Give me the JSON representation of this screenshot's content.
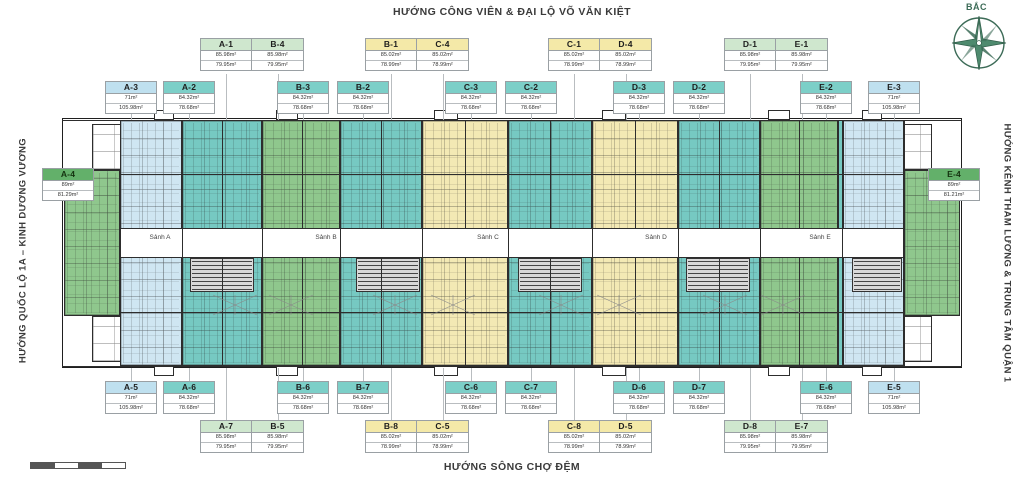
{
  "directions": {
    "top": "HƯỚNG CÔNG VIÊN & ĐẠI LỘ VÕ VĂN KIỆT",
    "bottom": "HƯỚNG SÔNG CHỢ ĐỆM",
    "left": "HƯỚNG QUỐC LỘ 1A – KINH DƯƠNG VƯƠNG",
    "right": "HƯỚNG KÊNH THAM LƯƠNG & TRUNG TÂM QUẬN 1"
  },
  "compass": {
    "label": "BẮC"
  },
  "lobbies": [
    {
      "id": "lobby-a",
      "label": "Sảnh A"
    },
    {
      "id": "lobby-b",
      "label": "Sảnh B"
    },
    {
      "id": "lobby-c",
      "label": "Sảnh C"
    },
    {
      "id": "lobby-d",
      "label": "Sảnh D"
    },
    {
      "id": "lobby-e",
      "label": "Sảnh E"
    }
  ],
  "colors": {
    "green": "#cfe7ce",
    "dark_green": "#63b06a",
    "teal": "#7ccfc8",
    "blue": "#bfe0ef",
    "yellow": "#f4e9a8",
    "compass": "#3c6b57"
  },
  "units": {
    "top_pair_1": [
      {
        "code": "A-1",
        "area_gross": "85.98m²",
        "area_net": "79.95m²",
        "color": "green"
      },
      {
        "code": "B-4",
        "area_gross": "85.98m²",
        "area_net": "79.95m²",
        "color": "green"
      }
    ],
    "top_pair_2": [
      {
        "code": "B-1",
        "area_gross": "85.02m²",
        "area_net": "78.99m²",
        "color": "yellow"
      },
      {
        "code": "C-4",
        "area_gross": "85.02m²",
        "area_net": "78.99m²",
        "color": "yellow"
      }
    ],
    "top_pair_3": [
      {
        "code": "C-1",
        "area_gross": "85.02m²",
        "area_net": "78.99m²",
        "color": "yellow"
      },
      {
        "code": "D-4",
        "area_gross": "85.02m²",
        "area_net": "78.99m²",
        "color": "yellow"
      }
    ],
    "top_pair_4": [
      {
        "code": "D-1",
        "area_gross": "85.98m²",
        "area_net": "79.95m²",
        "color": "green"
      },
      {
        "code": "E-1",
        "area_gross": "85.98m²",
        "area_net": "79.95m²",
        "color": "green"
      }
    ],
    "upper_row": [
      {
        "code": "A-3",
        "area_gross": "71m²",
        "area_net": "105.98m²",
        "color": "blue"
      },
      {
        "code": "A-2",
        "area_gross": "84.32m²",
        "area_net": "78.68m²",
        "color": "teal"
      },
      {
        "code": "B-3",
        "area_gross": "84.32m²",
        "area_net": "78.68m²",
        "color": "teal"
      },
      {
        "code": "B-2",
        "area_gross": "84.32m²",
        "area_net": "78.68m²",
        "color": "teal"
      },
      {
        "code": "C-3",
        "area_gross": "84.32m²",
        "area_net": "78.68m²",
        "color": "teal"
      },
      {
        "code": "C-2",
        "area_gross": "84.32m²",
        "area_net": "78.68m²",
        "color": "teal"
      },
      {
        "code": "D-3",
        "area_gross": "84.32m²",
        "area_net": "78.68m²",
        "color": "teal"
      },
      {
        "code": "D-2",
        "area_gross": "84.32m²",
        "area_net": "78.68m²",
        "color": "teal"
      },
      {
        "code": "E-2",
        "area_gross": "84.32m²",
        "area_net": "78.68m²",
        "color": "teal"
      },
      {
        "code": "E-3",
        "area_gross": "71m²",
        "area_net": "105.98m²",
        "color": "blue"
      }
    ],
    "lower_row": [
      {
        "code": "A-5",
        "area_gross": "71m²",
        "area_net": "105.98m²",
        "color": "blue"
      },
      {
        "code": "A-6",
        "area_gross": "84.32m²",
        "area_net": "78.68m²",
        "color": "teal"
      },
      {
        "code": "B-6",
        "area_gross": "84.32m²",
        "area_net": "78.68m²",
        "color": "teal"
      },
      {
        "code": "B-7",
        "area_gross": "84.32m²",
        "area_net": "78.68m²",
        "color": "teal"
      },
      {
        "code": "C-6",
        "area_gross": "84.32m²",
        "area_net": "78.68m²",
        "color": "teal"
      },
      {
        "code": "C-7",
        "area_gross": "84.32m²",
        "area_net": "78.68m²",
        "color": "teal"
      },
      {
        "code": "D-6",
        "area_gross": "84.32m²",
        "area_net": "78.68m²",
        "color": "teal"
      },
      {
        "code": "D-7",
        "area_gross": "84.32m²",
        "area_net": "78.68m²",
        "color": "teal"
      },
      {
        "code": "E-6",
        "area_gross": "84.32m²",
        "area_net": "78.68m²",
        "color": "teal"
      },
      {
        "code": "E-5",
        "area_gross": "71m²",
        "area_net": "105.98m²",
        "color": "blue"
      }
    ],
    "bottom_pair_1": [
      {
        "code": "A-7",
        "area_gross": "85.98m²",
        "area_net": "79.95m²",
        "color": "green"
      },
      {
        "code": "B-5",
        "area_gross": "85.98m²",
        "area_net": "79.95m²",
        "color": "green"
      }
    ],
    "bottom_pair_2": [
      {
        "code": "B-8",
        "area_gross": "85.02m²",
        "area_net": "78.99m²",
        "color": "yellow"
      },
      {
        "code": "C-5",
        "area_gross": "85.02m²",
        "area_net": "78.99m²",
        "color": "yellow"
      }
    ],
    "bottom_pair_3": [
      {
        "code": "C-8",
        "area_gross": "85.02m²",
        "area_net": "78.99m²",
        "color": "yellow"
      },
      {
        "code": "D-5",
        "area_gross": "85.02m²",
        "area_net": "78.99m²",
        "color": "yellow"
      }
    ],
    "bottom_pair_4": [
      {
        "code": "D-8",
        "area_gross": "85.98m²",
        "area_net": "79.95m²",
        "color": "green"
      },
      {
        "code": "E-7",
        "area_gross": "85.98m²",
        "area_net": "79.95m²",
        "color": "green"
      }
    ],
    "left_corner": {
      "code": "A-4",
      "area_gross": "89m²",
      "area_net": "81.29m²",
      "color": "dark_green"
    },
    "right_corner": {
      "code": "E-4",
      "area_gross": "89m²",
      "area_net": "81.21m²",
      "color": "dark_green"
    }
  }
}
